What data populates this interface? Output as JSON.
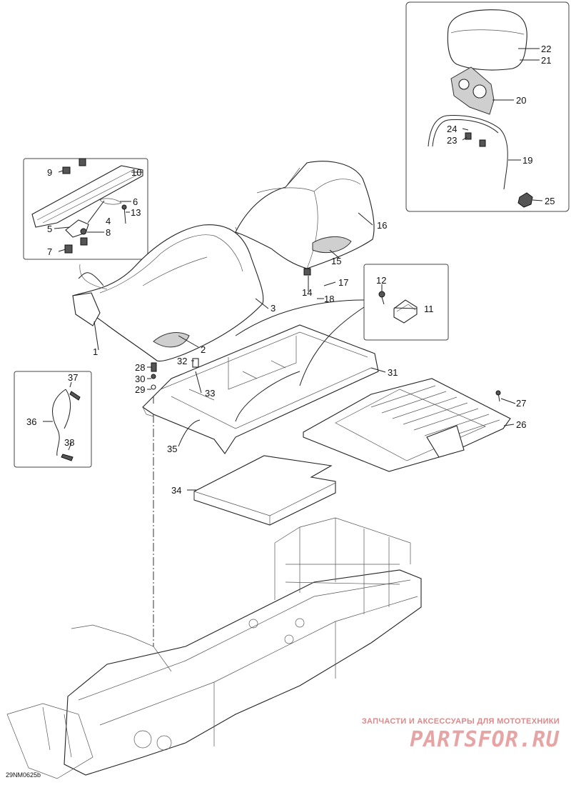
{
  "diagram": {
    "callouts": [
      {
        "id": "c1",
        "label": "1"
      },
      {
        "id": "c2",
        "label": "2"
      },
      {
        "id": "c3",
        "label": "3"
      },
      {
        "id": "c4",
        "label": "4"
      },
      {
        "id": "c5",
        "label": "5"
      },
      {
        "id": "c6",
        "label": "6"
      },
      {
        "id": "c7",
        "label": "7"
      },
      {
        "id": "c8",
        "label": "8"
      },
      {
        "id": "c9",
        "label": "9"
      },
      {
        "id": "c10",
        "label": "10"
      },
      {
        "id": "c11",
        "label": "11"
      },
      {
        "id": "c12",
        "label": "12"
      },
      {
        "id": "c13",
        "label": "13"
      },
      {
        "id": "c14",
        "label": "14"
      },
      {
        "id": "c15",
        "label": "15"
      },
      {
        "id": "c16",
        "label": "16"
      },
      {
        "id": "c17",
        "label": "17"
      },
      {
        "id": "c18",
        "label": "18"
      },
      {
        "id": "c19",
        "label": "19"
      },
      {
        "id": "c20",
        "label": "20"
      },
      {
        "id": "c21",
        "label": "21"
      },
      {
        "id": "c22",
        "label": "22"
      },
      {
        "id": "c23",
        "label": "23"
      },
      {
        "id": "c24",
        "label": "24"
      },
      {
        "id": "c25",
        "label": "25"
      },
      {
        "id": "c26",
        "label": "26"
      },
      {
        "id": "c27",
        "label": "27"
      },
      {
        "id": "c28",
        "label": "28"
      },
      {
        "id": "c29",
        "label": "29"
      },
      {
        "id": "c30",
        "label": "30"
      },
      {
        "id": "c31",
        "label": "31"
      },
      {
        "id": "c32",
        "label": "32"
      },
      {
        "id": "c33",
        "label": "33"
      },
      {
        "id": "c34",
        "label": "34"
      },
      {
        "id": "c35",
        "label": "35"
      },
      {
        "id": "c36",
        "label": "36"
      },
      {
        "id": "c37",
        "label": "37"
      },
      {
        "id": "c38",
        "label": "38"
      }
    ],
    "drawing_code": "29NM0625b"
  },
  "watermark": {
    "tagline": "ЗАПЧАСТИ И АКСЕССУАРЫ ДЛЯ МОТОТЕХНИКИ",
    "logo": "PARTSFOR.RU",
    "color": "#e7a4a4"
  }
}
